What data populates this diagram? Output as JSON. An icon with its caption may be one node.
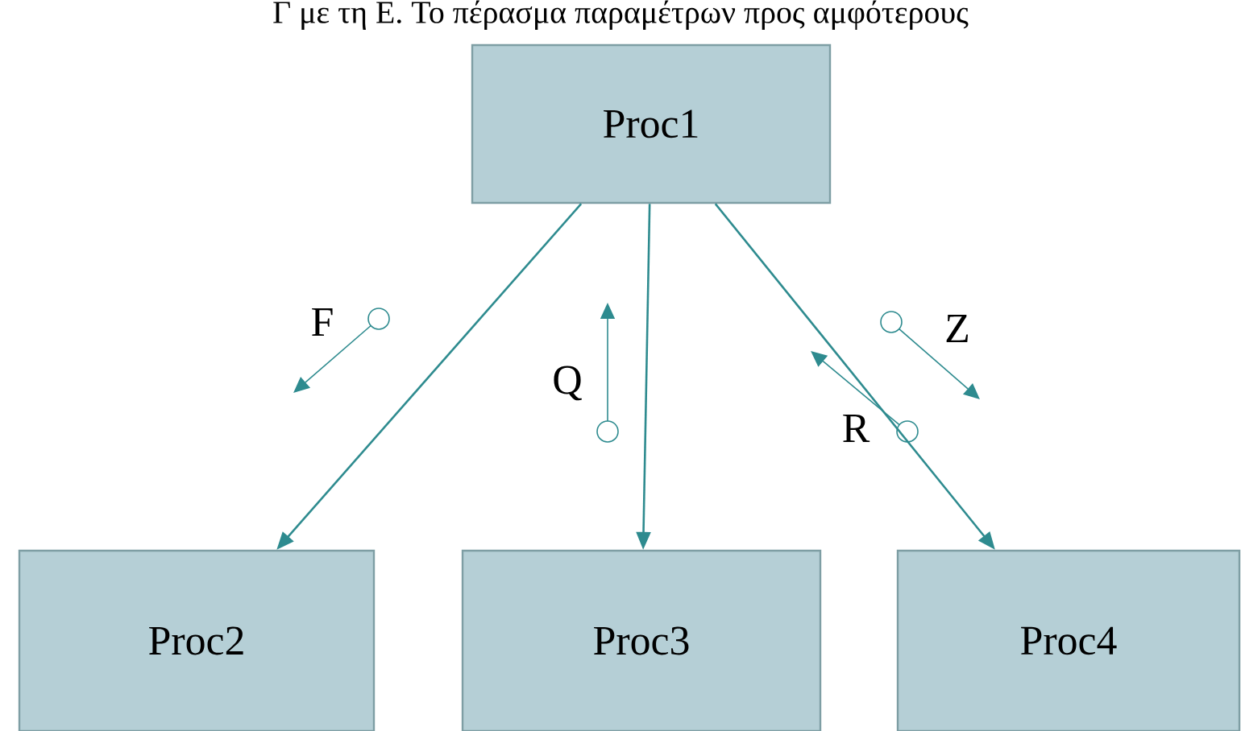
{
  "diagram": {
    "nodes": [
      {
        "text": [
          "Proc1"
        ]
      },
      {
        "text": [
          "Proc2"
        ]
      },
      {
        "text": [
          "Proc3"
        ]
      },
      {
        "text": [
          "Proc4"
        ]
      }
    ],
    "edges": [
      {
        "from": 0,
        "to": 1,
        "arrow": "to"
      },
      {
        "from": 0,
        "to": 2,
        "arrow": "to"
      },
      {
        "from": 0,
        "to": 3,
        "arrow": "to"
      }
    ],
    "labels": [
      "Γ με τη Ε. Το πέρασμα παραμέτρων προς αμφότερους",
      "F",
      "Q",
      "Z",
      "R"
    ]
  }
}
